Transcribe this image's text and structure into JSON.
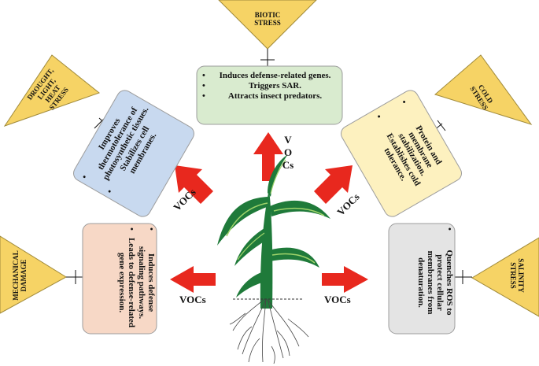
{
  "colors": {
    "triangle": "#f6d365",
    "triangle_stroke": "#a08a3a",
    "arrow": "#e8281e",
    "leaf": "#1f7a3a",
    "leaf_vein": "#9fd36a",
    "blue_box": "#c8d9ef",
    "green_box": "#d9ebcf",
    "yellow_box": "#fdf1bf",
    "peach_box": "#f7d8c6",
    "gray_box": "#e4e4e4"
  },
  "stresses": {
    "biotic": "BIOTIC\nSTRESS",
    "drought": "DROUGHT,\nLIGHT,\nHEAT\nSTRESS",
    "cold": "COLD\nSTRESS",
    "mechanical": "MECHANICAL\nDAMAGE",
    "salinity": "SALINITY\nSTRESS"
  },
  "boxes": {
    "biotic": [
      "Induces defense-related genes.",
      "Triggers SAR.",
      "Attracts insect predators."
    ],
    "drought": [
      "Improves thermotolerance of photosynthetic tissues.",
      "Stabilizes cell membranes."
    ],
    "cold": [
      "Protein and membrane stabilization.",
      "Establishes cold tolerance."
    ],
    "mechanical": [
      "Induces defense signaling pathways.",
      "Leads to defense-related gene expression."
    ],
    "salinity": [
      "Quenches ROS to protect cellular membranes from denaturation."
    ]
  },
  "labels": {
    "vocs": "VOCs",
    "vocs_vertical": "V\nO\nCs"
  }
}
